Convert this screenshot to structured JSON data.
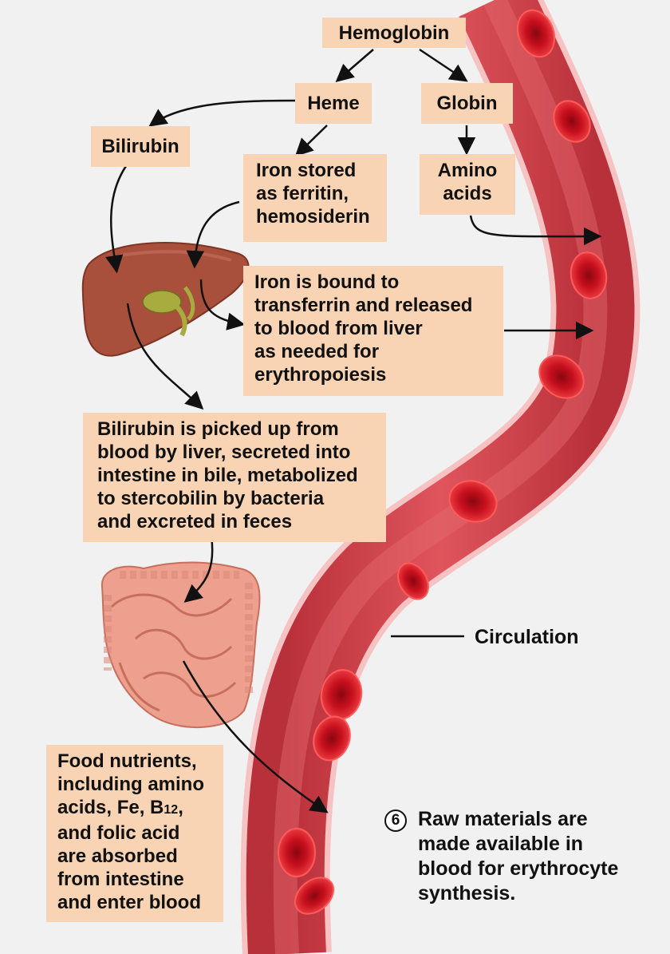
{
  "labels": {
    "hemoglobin": "Hemoglobin",
    "heme": "Heme",
    "globin": "Globin",
    "bilirubin": "Bilirubin",
    "iron_stored": "Iron stored\nas ferritin,\nhemosiderin",
    "amino_acids": "Amino\nacids",
    "iron_bound": "Iron is bound to\ntransferrin and released\nto blood from liver\nas needed for\nerythropoiesis",
    "bilirubin_path": "Bilirubin is picked up from\nblood by liver, secreted into\nintestine in bile, metabolized\nto stercobilin by bacteria\nand excreted in feces",
    "food_line1": "Food nutrients,\nincluding amino\nacids, Fe, B",
    "food_b12_sub": "12",
    "food_line2": ",\nand folic acid\nare absorbed\nfrom intestine\nand enter blood",
    "circulation": "Circulation",
    "step_number": "6",
    "raw_materials": "Raw materials are\nmade available in\nblood for erythrocyte\nsynthesis."
  },
  "colors": {
    "label_bg": "#f8d4b4",
    "vessel": "#d2404a",
    "vessel_edge": "#f4b4b4",
    "rbc": "#c8101e",
    "liver": "#a8503c",
    "intestine": "#eea08e"
  }
}
